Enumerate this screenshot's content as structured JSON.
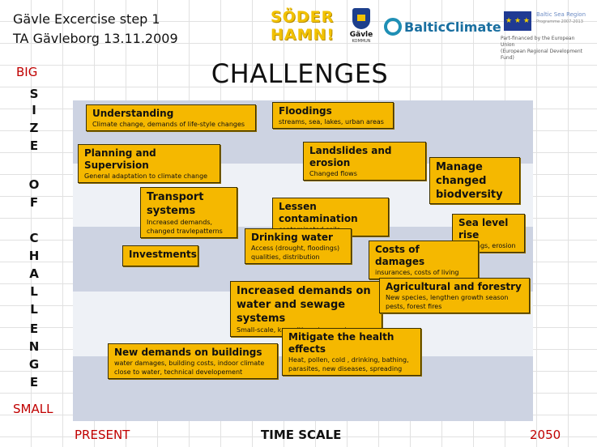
{
  "header": {
    "line1": "Gävle Excercise step 1",
    "line2": "TA Gävleborg 13.11.2009"
  },
  "title": "CHALLENGES",
  "logos": {
    "soderhamn_line1": "SÖDER",
    "soderhamn_line2": "HAMN!",
    "gavle_name": "Gävle",
    "gavle_sub": "KOMMUN",
    "baltic_climate": "BalticClimate",
    "eu_program": "Baltic Sea Region",
    "eu_program_sub": "Programme 2007-2013",
    "eu_finance": "Part-financed by the European Union",
    "eu_fund": "(European Regional Development Fund)"
  },
  "y_axis": {
    "top": "BIG",
    "bottom": "SMALL",
    "word_size": [
      "S",
      "I",
      "Z",
      "E"
    ],
    "word_of": [
      "O",
      "F"
    ],
    "word_challenge": [
      "C",
      "H",
      "A",
      "L",
      "L",
      "E",
      "N",
      "G",
      "E"
    ]
  },
  "x_axis": {
    "start": "PRESENT",
    "label": "TIME SCALE",
    "end": "2050"
  },
  "colors": {
    "box_fill": "#f5b800",
    "axis_red": "#c00000",
    "band_dark": "#cdd3e2"
  },
  "challenges": [
    {
      "title": "Understanding",
      "detail": "Climate change, demands of life-style changes"
    },
    {
      "title": "Floodings",
      "detail": "streams, sea, lakes, urban areas"
    },
    {
      "title": "Planning and Supervision",
      "detail": "General adaptation  to climate change"
    },
    {
      "title": "Landslides and erosion",
      "detail": "Changed flows"
    },
    {
      "title": "Manage changed biodversity",
      "detail": ""
    },
    {
      "title": "Transport systems",
      "detail": "Increased demands, changed travlepatterns"
    },
    {
      "title": "Lessen contamination",
      "detail": "contaminated soils"
    },
    {
      "title": "Sea level rise",
      "detail": "buildings, erosion"
    },
    {
      "title": "Drinking water",
      "detail": "Access (drought, floodings) qualities, distribution"
    },
    {
      "title": "Investments",
      "detail": ""
    },
    {
      "title": "Costs of damages",
      "detail": "insurances, costs of living"
    },
    {
      "title": "Increased demands on water and sewage systems",
      "detail": "Small-scale, kapacities, storm water"
    },
    {
      "title": "Agricultural and forestry",
      "detail": "New species, lengthen growth season pests, forest fires"
    },
    {
      "title": "Mitigate the health effects",
      "detail": "Heat, pollen, cold , drinking, bathing, parasites, new diseases, spreading"
    },
    {
      "title": "New demands on buildings",
      "detail": "water damages, building costs, indoor climate close to water, technical developement"
    }
  ]
}
